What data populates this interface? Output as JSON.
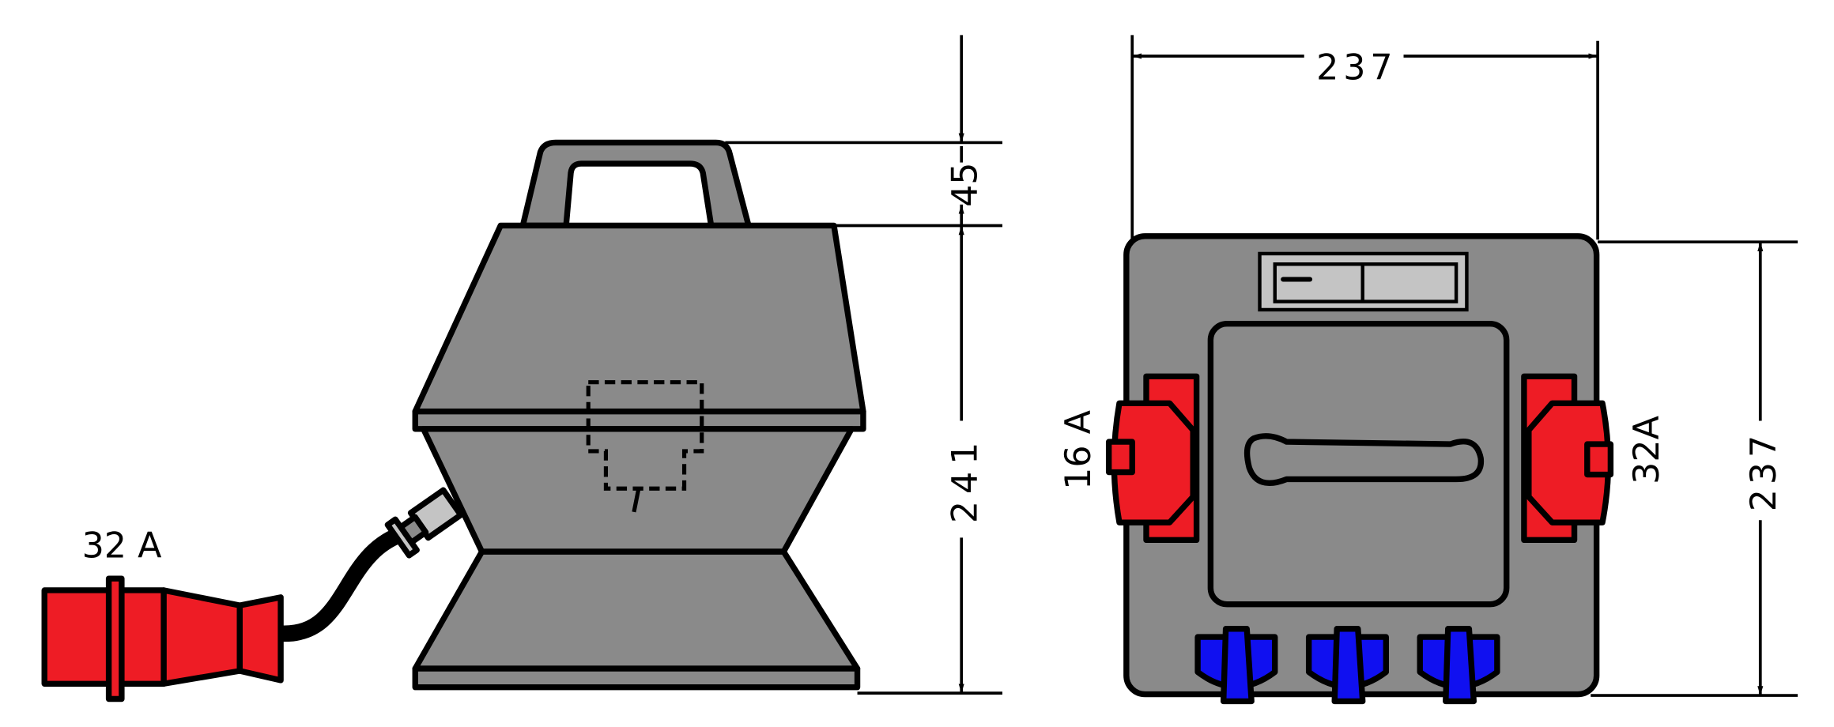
{
  "side_view": {
    "plug_label": "32 A",
    "dim_handle_height": "45",
    "dim_body_height": "241"
  },
  "front_view": {
    "dim_width": "237",
    "dim_height": "237",
    "left_socket_label": "16 A",
    "right_socket_label": "32A"
  },
  "colors": {
    "body": "#8a8a8a",
    "light": "#c4c4c4",
    "red": "#ee1c25",
    "blue": "#1010f0"
  }
}
